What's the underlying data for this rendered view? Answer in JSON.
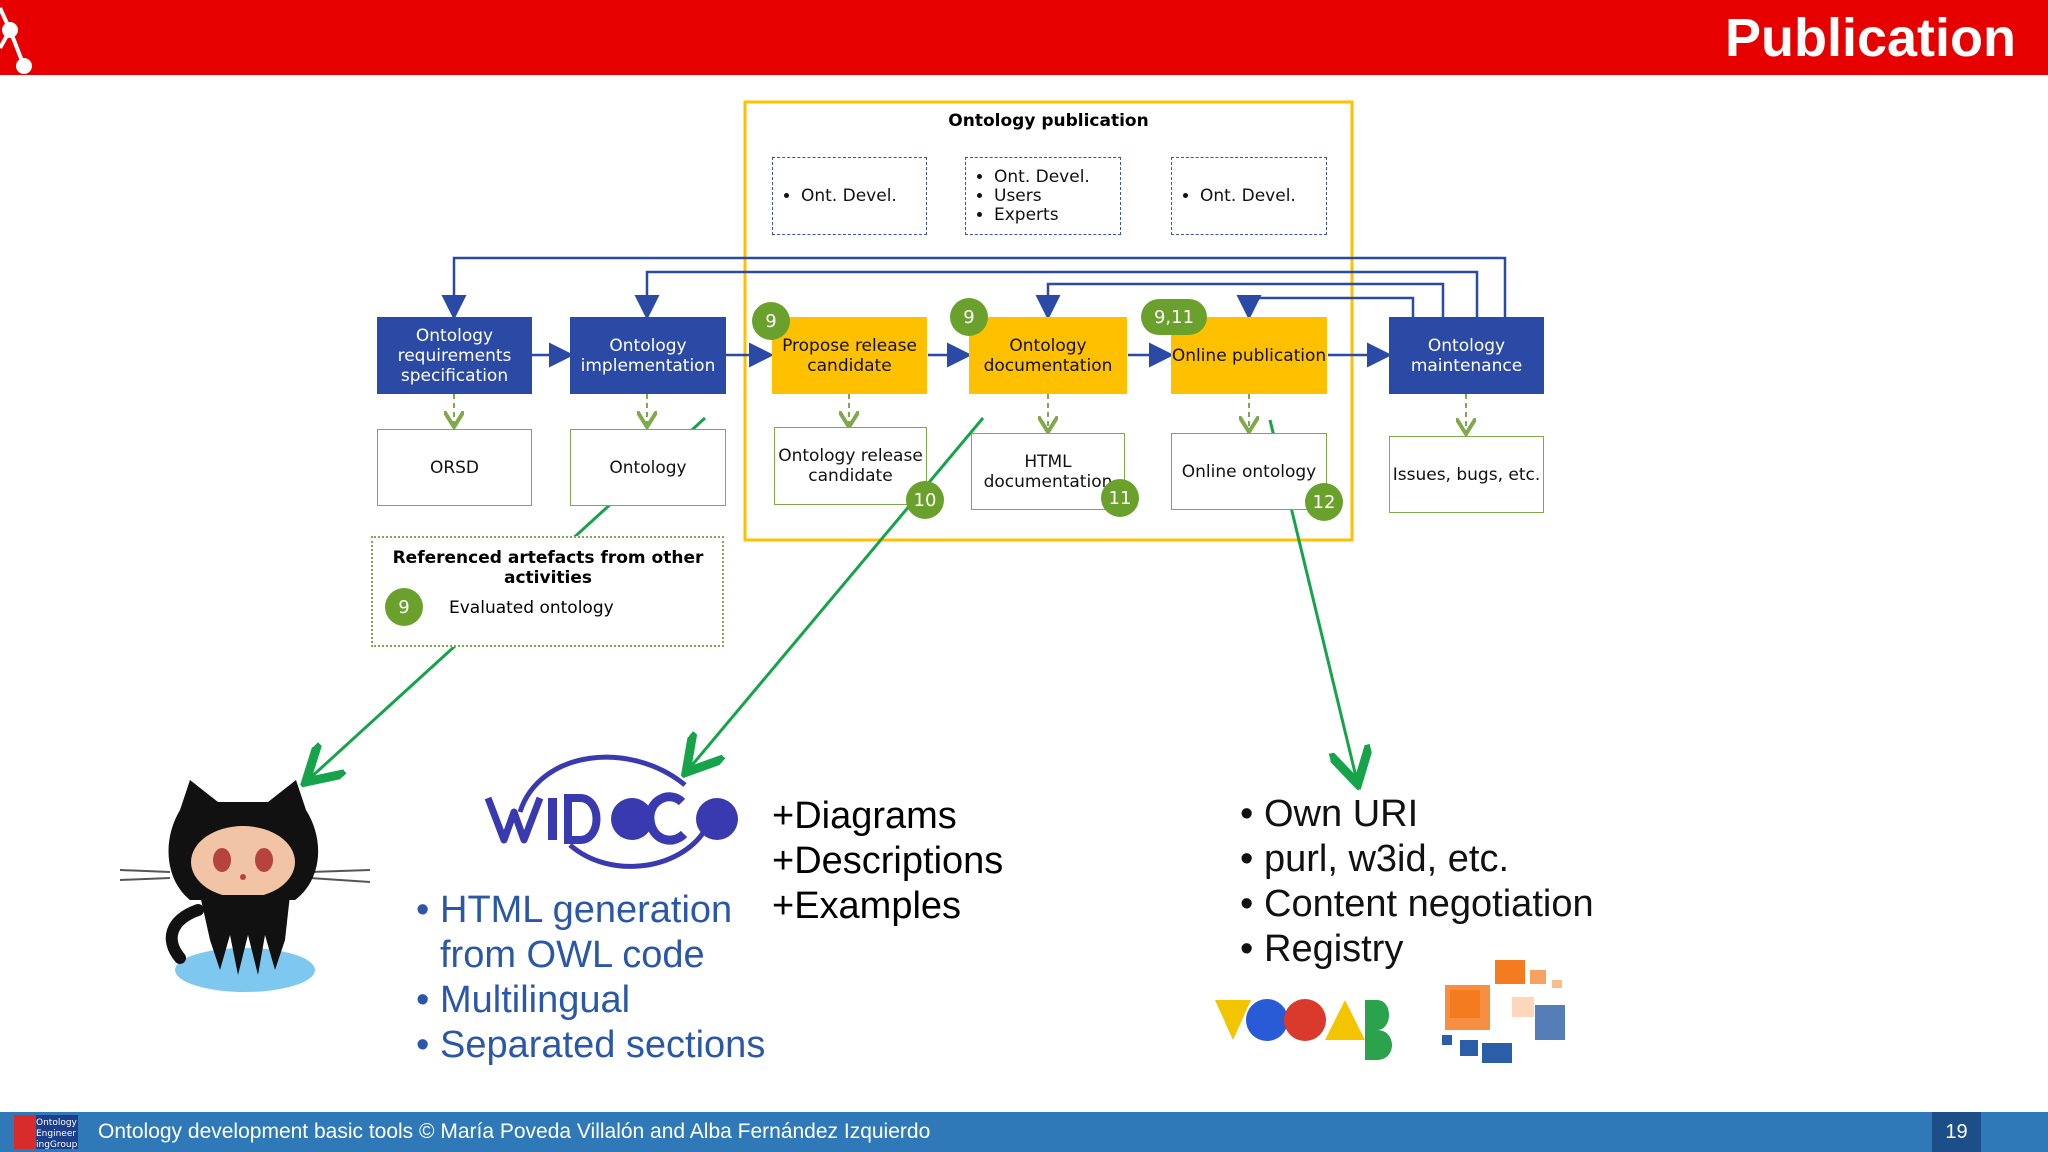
{
  "slide": {
    "title": "Publication",
    "footer_text": "Ontology development basic tools  © María Poveda Villalón  and Alba Fernández Izquierdo",
    "page_number": "19",
    "footer_logo_text": [
      "Ontology",
      "Engineer",
      "ingGroup"
    ]
  },
  "diagram": {
    "group_title": "Ontology publication",
    "actor_boxes": [
      {
        "items": [
          "Ont. Devel."
        ]
      },
      {
        "items": [
          "Ont. Devel.",
          "Users",
          "Experts"
        ]
      },
      {
        "items": [
          "Ont. Devel."
        ]
      }
    ],
    "activities": [
      {
        "label": "Ontology requirements specification"
      },
      {
        "label": "Ontology implementation"
      },
      {
        "label": "Propose release candidate",
        "badge": "9"
      },
      {
        "label": "Ontology documentation",
        "badge": "9"
      },
      {
        "label": "Online publication",
        "badge": "9,11"
      },
      {
        "label": "Ontology maintenance"
      }
    ],
    "outputs": [
      {
        "label": "ORSD"
      },
      {
        "label": "Ontology"
      },
      {
        "label": "Ontology release candidate",
        "badge": "10"
      },
      {
        "label": "HTML documentation",
        "badge": "11"
      },
      {
        "label": "Online ontology",
        "badge": "12"
      },
      {
        "label": "Issues, bugs, etc."
      }
    ],
    "referenced": {
      "title": "Referenced artefacts from other activities",
      "badge": "9",
      "item": "Evaluated ontology"
    }
  },
  "tools": {
    "widoco": {
      "logo_text": "WIDOCO",
      "plus_items": [
        "Diagrams",
        "Descriptions",
        "Examples"
      ],
      "features": [
        "HTML generation from OWL code",
        "Multilingual",
        "Separated sections"
      ]
    },
    "publication": {
      "bullets": [
        "Own URI",
        "purl, w3id, etc.",
        "Content negotiation",
        "Registry"
      ],
      "vocab_logo_text": "VOCAB"
    }
  },
  "colors": {
    "header_red": "#e60000",
    "footer_blue": "#2f79b8",
    "activity_blue": "#2a4aa5",
    "activity_yellow": "#ffc000",
    "badge_green": "#6aa12c",
    "arrow_green": "#16a34a",
    "widoco_purple": "#3a3ab0",
    "feature_blue": "#2a58a6"
  },
  "icons": [
    "github-octocat-icon",
    "widoco-logo-icon",
    "vocab-logo-icon",
    "lov-squares-icon"
  ]
}
